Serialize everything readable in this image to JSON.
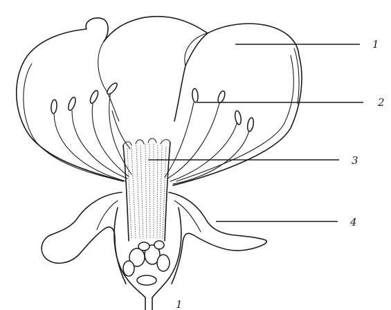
{
  "figure": {
    "labels": [
      {
        "key": "petal",
        "text": "1"
      },
      {
        "key": "anther",
        "text": "2"
      },
      {
        "key": "stamen-tube",
        "text": "3"
      },
      {
        "key": "sepal",
        "text": "4"
      },
      {
        "key": "ovary",
        "text": "1"
      }
    ],
    "colors": {
      "ink": "#1a1a1a",
      "background": "#ffffff"
    }
  }
}
